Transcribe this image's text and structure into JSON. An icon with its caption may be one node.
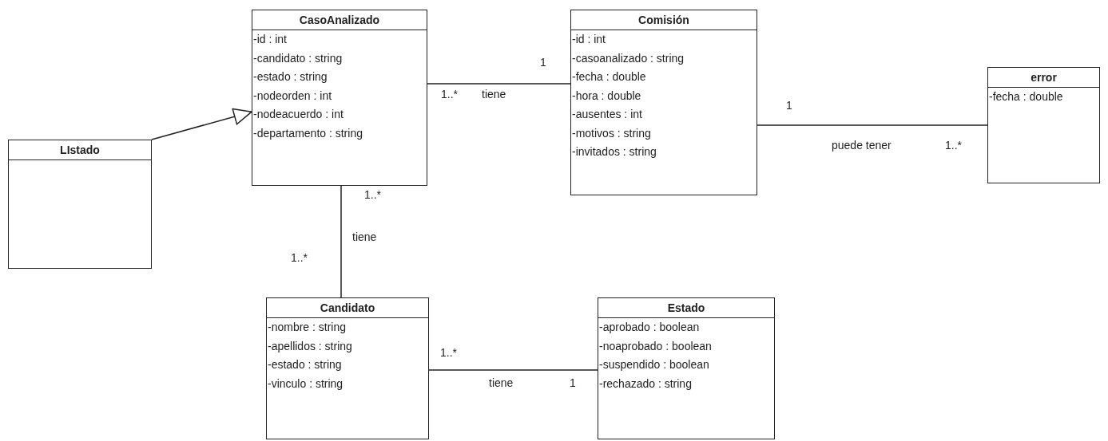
{
  "diagram": {
    "nodes": [
      {
        "text": [
          "CasoAnalizado",
          "-id : int",
          "-candidato : string",
          "-estado : string",
          "-nodeorden : int",
          "-nodeacuerdo : int",
          "-departamento : string"
        ]
      },
      {
        "text": [
          "Comisión",
          "-id : int",
          "-casoanalizado : string",
          "-fecha : double",
          "-hora : double",
          "-ausentes : int",
          "-motivos : string",
          "-invitados : string"
        ]
      },
      {
        "text": [
          "error",
          "-fecha : double"
        ]
      },
      {
        "text": [
          "LIstado"
        ]
      },
      {
        "text": [
          "Candidato",
          "-nombre : string",
          "-apellidos : string",
          "-estado : string",
          "-vinculo : string"
        ]
      },
      {
        "text": [
          "Estado",
          "-aprobado : boolean",
          "-noaprobado : boolean",
          "-suspendido : boolean",
          "-rechazado : string"
        ]
      }
    ],
    "edges": [
      {
        "from": 3,
        "to": 0,
        "arrow": "to"
      },
      {
        "from": 0,
        "to": 1,
        "arrow": "none",
        "label": "tiene"
      },
      {
        "from": 1,
        "to": 2,
        "arrow": "none",
        "label": "puede tener"
      },
      {
        "from": 0,
        "to": 4,
        "arrow": "none",
        "label": "tiene"
      },
      {
        "from": 4,
        "to": 5,
        "arrow": "none",
        "label": "tiene"
      }
    ],
    "labels": [
      "1",
      "1..*",
      "1",
      "1..*",
      "1..*",
      "1..*",
      "1..*",
      "1"
    ]
  }
}
